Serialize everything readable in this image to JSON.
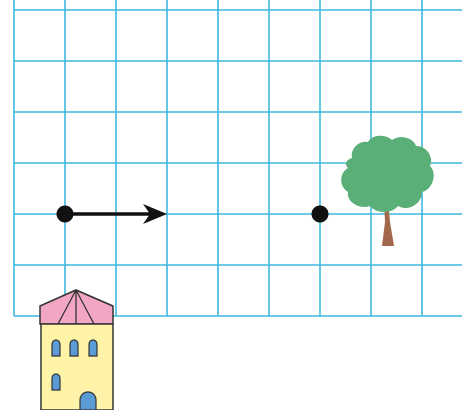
{
  "grid": {
    "line_color": "#3fb7df",
    "background": "#ffffff",
    "columns": 9,
    "rows": 6
  },
  "arrow": {
    "color": "#111111",
    "from": [
      1,
      4
    ],
    "to": [
      3,
      4
    ],
    "length_units": 2,
    "direction": "right"
  },
  "second_point": {
    "color": "#111111",
    "at": [
      6,
      4
    ]
  },
  "tree": {
    "icon": "tree-icon",
    "foliage_color": "#5aaf78",
    "trunk_color": "#a0674a"
  },
  "tower": {
    "icon": "tower-icon",
    "roof_color": "#f2a6c4",
    "wall_color": "#fff3a8",
    "window_color": "#5b9bd5",
    "door_color": "#5b9bd5",
    "outline_color": "#333333"
  }
}
